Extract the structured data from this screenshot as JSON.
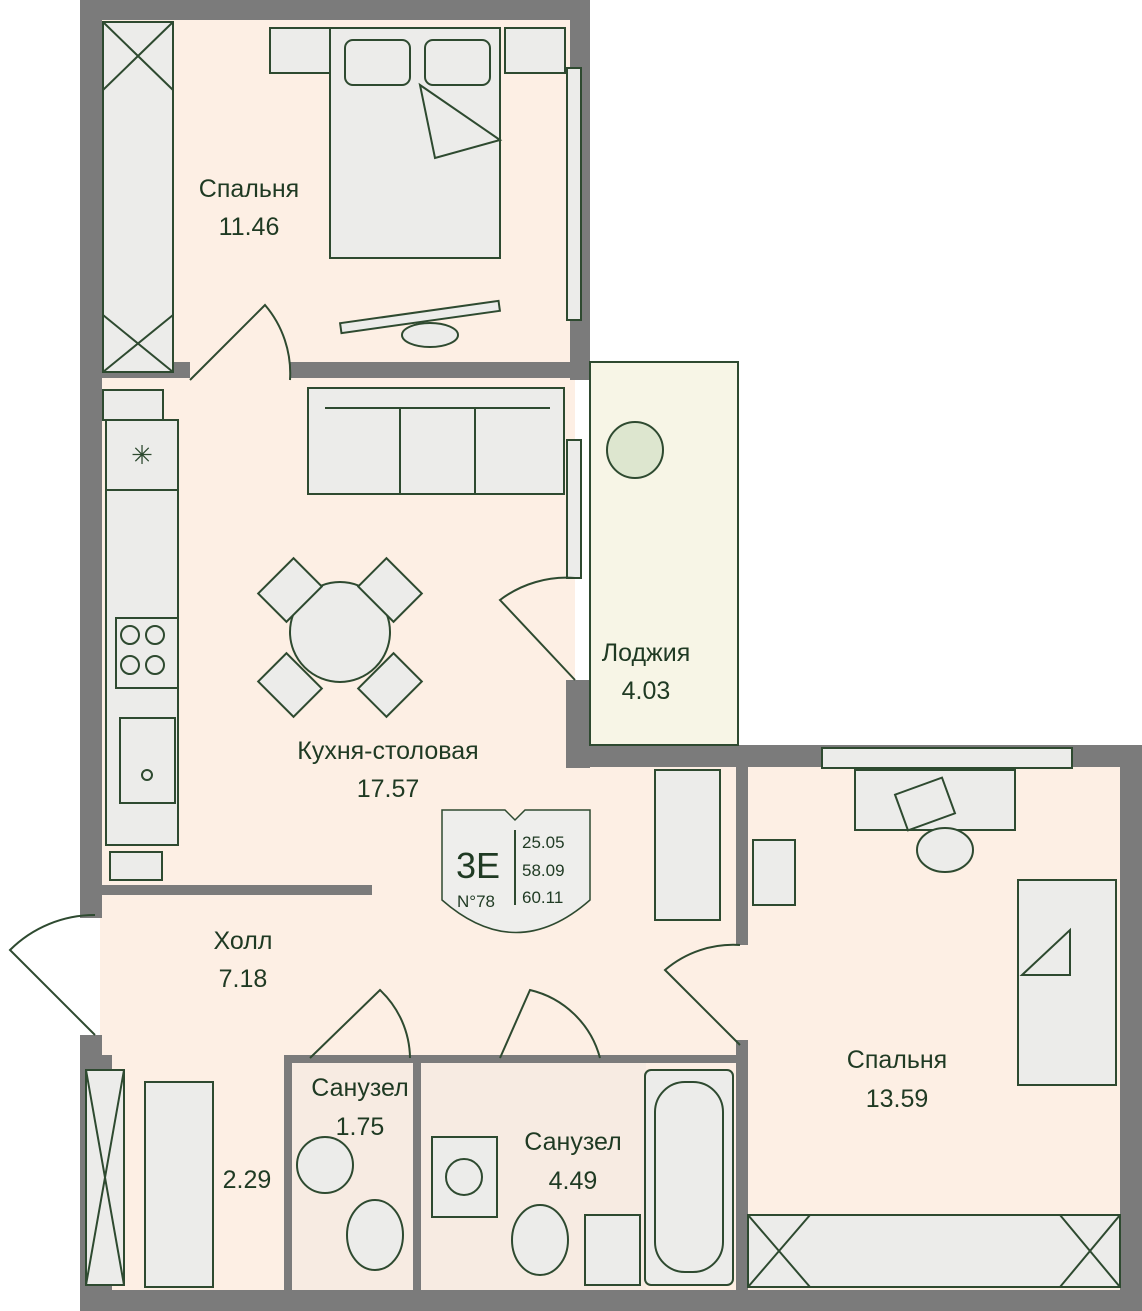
{
  "rooms": [
    {
      "name": "Спальня",
      "area": "11.46"
    },
    {
      "name": "Кухня-столовая",
      "area": "17.57"
    },
    {
      "name": "Лоджия",
      "area": "4.03"
    },
    {
      "name": "Холл",
      "area": "7.18"
    },
    {
      "name": "Санузел",
      "area": "1.75"
    },
    {
      "name": "Санузел",
      "area": "4.49"
    },
    {
      "name": "Спальня",
      "area": "13.59"
    },
    {
      "name": "",
      "area": "2.29"
    }
  ],
  "badge": {
    "type": "3E",
    "number": "N°78",
    "areas": [
      "25.05",
      "58.09",
      "60.11"
    ]
  },
  "colors": {
    "wall": "#7b7b7b",
    "floor": "#fdefe4",
    "loggia": "#f7f5e6",
    "text": "#1f3a23"
  }
}
